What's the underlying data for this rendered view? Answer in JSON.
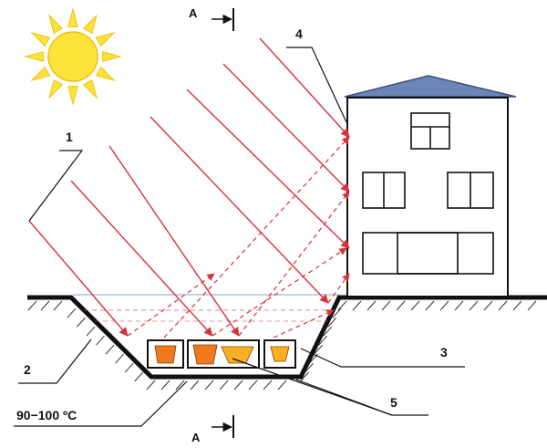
{
  "labels": {
    "callout_1": "1",
    "callout_2": "2",
    "callout_3": "3",
    "callout_4": "4",
    "callout_5": "5",
    "section_top": "A",
    "section_bottom": "A",
    "temperature": "90−100 ºC"
  },
  "colors": {
    "sun": "#fbe33a",
    "sun_outline": "#f2c010",
    "ray": "#d9313b",
    "roof": "#6d86b8",
    "pot_dark": "#ee7a1f",
    "pot_light": "#f6b021",
    "ground": "#111111",
    "glass": "#9bb8d6"
  },
  "icons": {
    "sun": "sun-icon",
    "section_arrow": "arrow-right-icon"
  }
}
